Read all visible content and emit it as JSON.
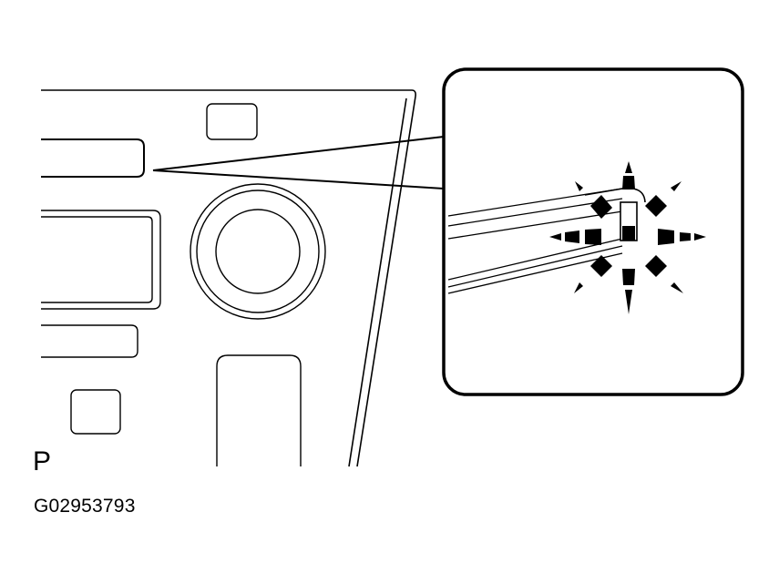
{
  "diagram": {
    "shift_position_label": "P",
    "figure_code": "G02953793",
    "colors": {
      "line": "#000000",
      "background": "#ffffff"
    },
    "icons": [
      "dashboard-panel",
      "indicator-light-flashing-icon"
    ]
  }
}
